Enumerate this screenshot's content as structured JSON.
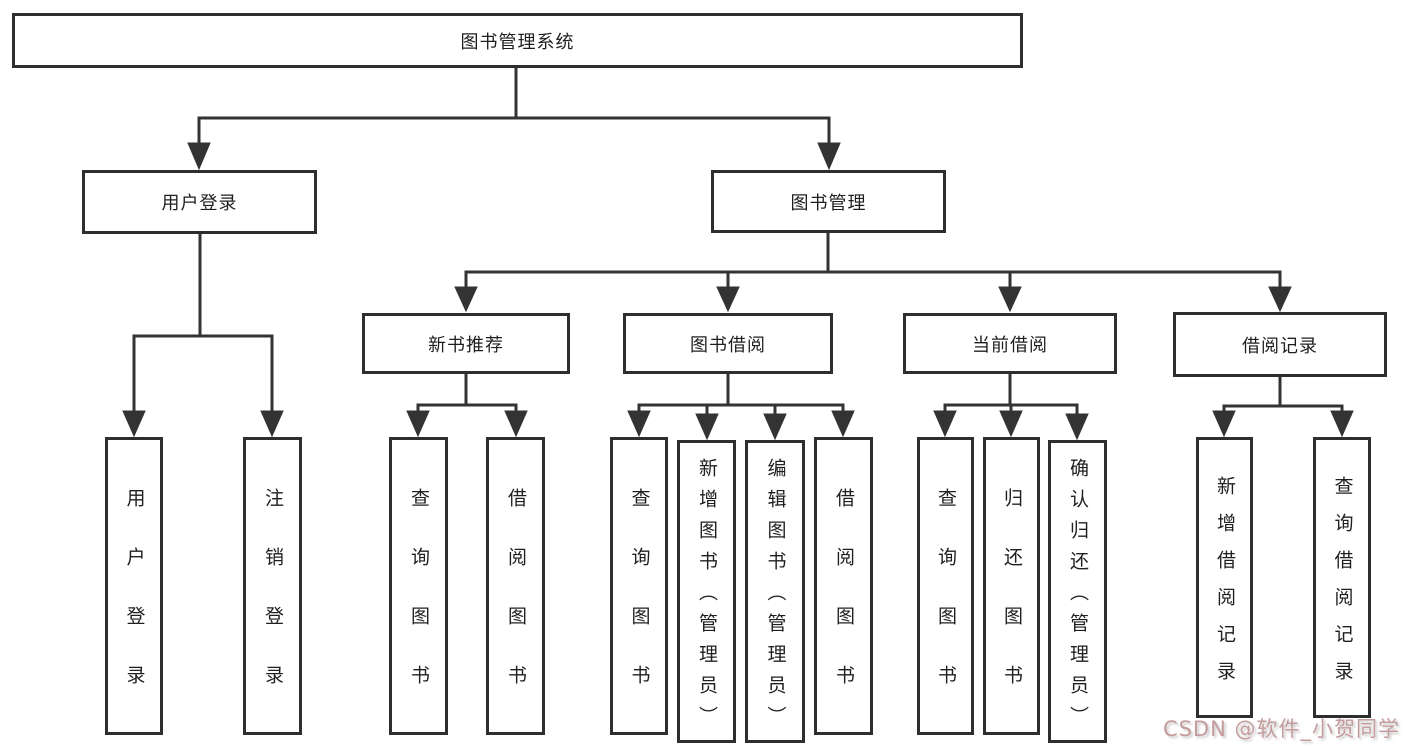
{
  "tree": {
    "root": {
      "label": "图书管理系统"
    },
    "children": [
      {
        "label": "用户登录",
        "children": [
          {
            "label": "用户登录"
          },
          {
            "label": "注销登录"
          }
        ]
      },
      {
        "label": "图书管理",
        "children": [
          {
            "label": "新书推荐",
            "children": [
              {
                "label": "查询图书"
              },
              {
                "label": "借阅图书"
              }
            ]
          },
          {
            "label": "图书借阅",
            "children": [
              {
                "label": "查询图书"
              },
              {
                "label": "新增图书（管理员）"
              },
              {
                "label": "编辑图书（管理员）"
              },
              {
                "label": "借阅图书"
              }
            ]
          },
          {
            "label": "当前借阅",
            "children": [
              {
                "label": "查询图书"
              },
              {
                "label": "归还图书"
              },
              {
                "label": "确认归还（管理员）"
              }
            ]
          },
          {
            "label": "借阅记录",
            "children": [
              {
                "label": "新增借阅记录"
              },
              {
                "label": "查询借阅记录"
              }
            ]
          }
        ]
      }
    ]
  },
  "watermark": {
    "text": "CSDN @软件_小贺同学",
    "color": "#c49c9c"
  },
  "colors": {
    "line": "#333333",
    "box_border": "#2e2e2e",
    "text": "#1f1f1f",
    "background": "#ffffff"
  }
}
